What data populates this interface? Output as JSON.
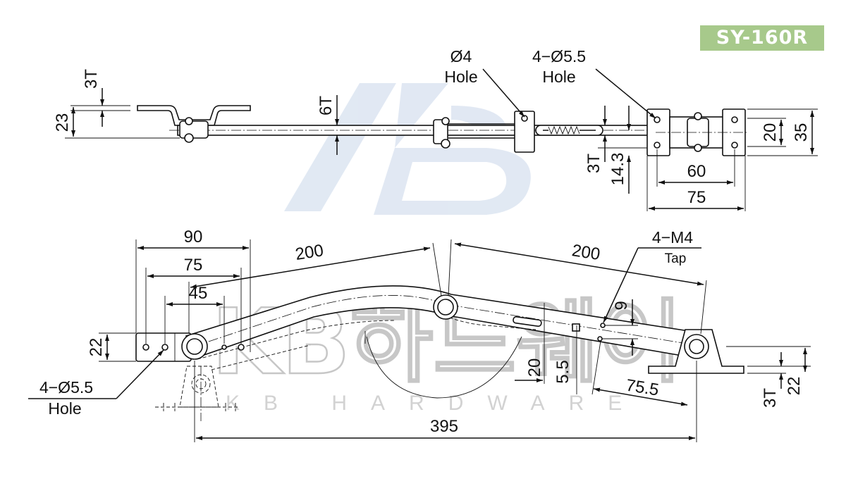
{
  "model_code": "SY-160R",
  "watermark": {
    "logo_letters": "KB",
    "korean_text": "KB하드웨어",
    "english_text": "KB HARDWARE"
  },
  "top_view": {
    "dimensions": {
      "thickness_3t_left": "3T",
      "height_23": "23",
      "thickness_6t": "6T",
      "thickness_3t_bracket": "3T",
      "offset_14_3": "14.3",
      "hole_spacing_60": "60",
      "plate_width_75": "75",
      "inner_height_20": "20",
      "plate_height_35": "35"
    },
    "notes": {
      "hole_4_title": "Ø4",
      "hole_4_sub": "Hole",
      "hole_55_title": "4−Ø5.5",
      "hole_55_sub": "Hole"
    }
  },
  "side_view": {
    "dimensions": {
      "dim_90": "90",
      "dim_75": "75",
      "dim_45": "45",
      "dim_200_left": "200",
      "dim_200_right": "200",
      "dim_22_left": "22",
      "dim_9": "9",
      "dim_20": "20",
      "dim_5_5": "5.5",
      "dim_75_5": "75.5",
      "dim_3t": "3T",
      "dim_22_right": "22",
      "dim_395": "395"
    },
    "notes": {
      "tap_title": "4−M4",
      "tap_sub": "Tap",
      "hole_title": "4−Ø5.5",
      "hole_sub": "Hole"
    }
  }
}
